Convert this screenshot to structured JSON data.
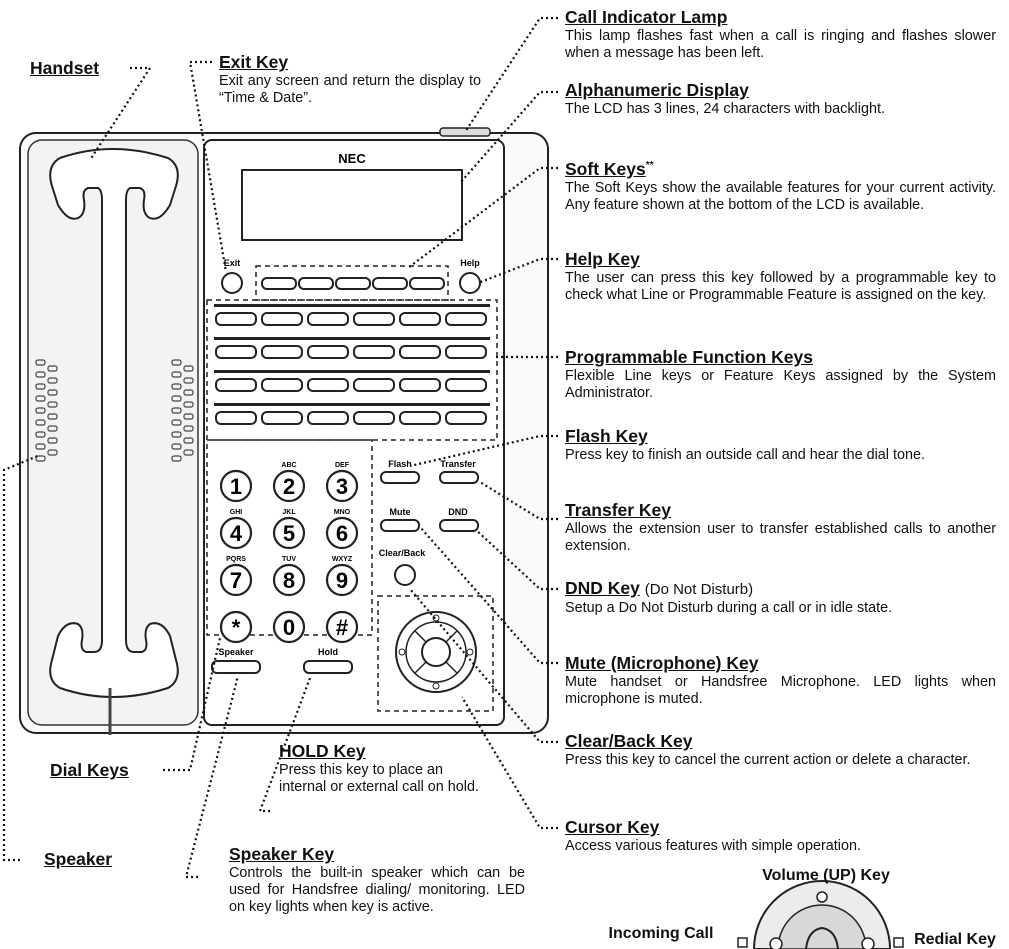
{
  "phone": {
    "brand": "NEC",
    "exit_key_text": "Exit",
    "help_key_text": "Help",
    "flash_key_text": "Flash",
    "transfer_key_text": "Transfer",
    "mute_key_text": "Mute",
    "dnd_key_text": "DND",
    "clear_back_key_text": "Clear/Back",
    "speaker_key_text": "Speaker",
    "hold_key_text": "Hold",
    "dial_keys": [
      {
        "digit": "1",
        "letters": ""
      },
      {
        "digit": "2",
        "letters": "ABC"
      },
      {
        "digit": "3",
        "letters": "DEF"
      },
      {
        "digit": "4",
        "letters": "GHI"
      },
      {
        "digit": "5",
        "letters": "JKL"
      },
      {
        "digit": "6",
        "letters": "MNO"
      },
      {
        "digit": "7",
        "letters": "PQRS"
      },
      {
        "digit": "8",
        "letters": "TUV"
      },
      {
        "digit": "9",
        "letters": "WXYZ"
      },
      {
        "digit": "*",
        "letters": ""
      },
      {
        "digit": "0",
        "letters": ""
      },
      {
        "digit": "#",
        "letters": ""
      }
    ]
  },
  "left_labels": {
    "handset": "Handset",
    "dial_keys": "Dial Keys",
    "speaker": "Speaker"
  },
  "callouts": {
    "exit_key": {
      "title": "Exit Key",
      "desc": "Exit any screen and return the display to “Time & Date”."
    },
    "hold_key": {
      "title": "HOLD Key",
      "desc": "Press this key to place an internal or external call on hold."
    },
    "speaker_key": {
      "title": "Speaker Key",
      "desc": "Controls the built-in speaker which can be used for Handsfree dialing/ monitoring. LED on key lights when key is active."
    },
    "call_indicator": {
      "title": "Call Indicator Lamp",
      "desc": "This lamp flashes fast when a call is ringing and flashes slower when a message has been left."
    },
    "alphanumeric": {
      "title": "Alphanumeric Display",
      "desc": "The LCD has 3 lines, 24 characters with backlight."
    },
    "soft_keys": {
      "title": "Soft Keys",
      "mark": "**",
      "desc": "The Soft Keys show the available features for your current activity. Any feature shown at the bottom of the LCD is available."
    },
    "help_key": {
      "title": "Help Key",
      "desc": "The user can press this key followed by a programmable key to check what Line or Programmable Feature is assigned on the key."
    },
    "programmable": {
      "title": "Programmable Function Keys",
      "desc": "Flexible Line keys or Feature Keys assigned by the System Administrator."
    },
    "flash_key": {
      "title": "Flash Key",
      "desc": "Press key to finish an outside call and hear the dial tone."
    },
    "transfer_key": {
      "title": "Transfer Key",
      "desc": "Allows the extension user to transfer established calls to another extension."
    },
    "dnd_key": {
      "title": "DND Key",
      "sub": "(Do Not Disturb)",
      "desc": "Setup a Do Not Disturb during a call or in idle state."
    },
    "mute_key": {
      "title": "Mute (Microphone) Key",
      "desc": "Mute handset or Handsfree Microphone. LED lights when microphone is muted."
    },
    "clear_back": {
      "title": "Clear/Back Key",
      "desc": "Press this key to cancel the current action or delete a character."
    },
    "cursor_key": {
      "title": "Cursor Key",
      "desc": "Access various features with simple operation."
    }
  },
  "bottom": {
    "volume_up": "Volume (UP) Key",
    "incoming_call": "Incoming Call",
    "redial": "Redial Key"
  }
}
